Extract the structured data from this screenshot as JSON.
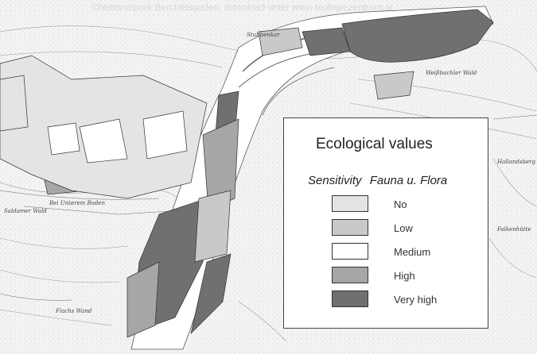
{
  "credit_text": "©Nationalpark Berchtesgaden, download unter www.biologiezentrum.at",
  "place_labels": [
    "Stubbenkar",
    "Weißbachler Wald",
    "Hallandsberg",
    "Falkenhütte",
    "Saldamer Wald",
    "Bei Unterem Boden",
    "Flachs Wand"
  ],
  "legend": {
    "title": "Ecological values",
    "subtitle_left": "Sensitivity",
    "subtitle_right": "Fauna u. Flora",
    "items": [
      {
        "label": "No",
        "color": "#e4e4e4"
      },
      {
        "label": "Low",
        "color": "#c9c9c9"
      },
      {
        "label": "Medium",
        "color": "#ffffff"
      },
      {
        "label": "High",
        "color": "#a6a6a6"
      },
      {
        "label": "Very high",
        "color": "#707070"
      }
    ]
  }
}
